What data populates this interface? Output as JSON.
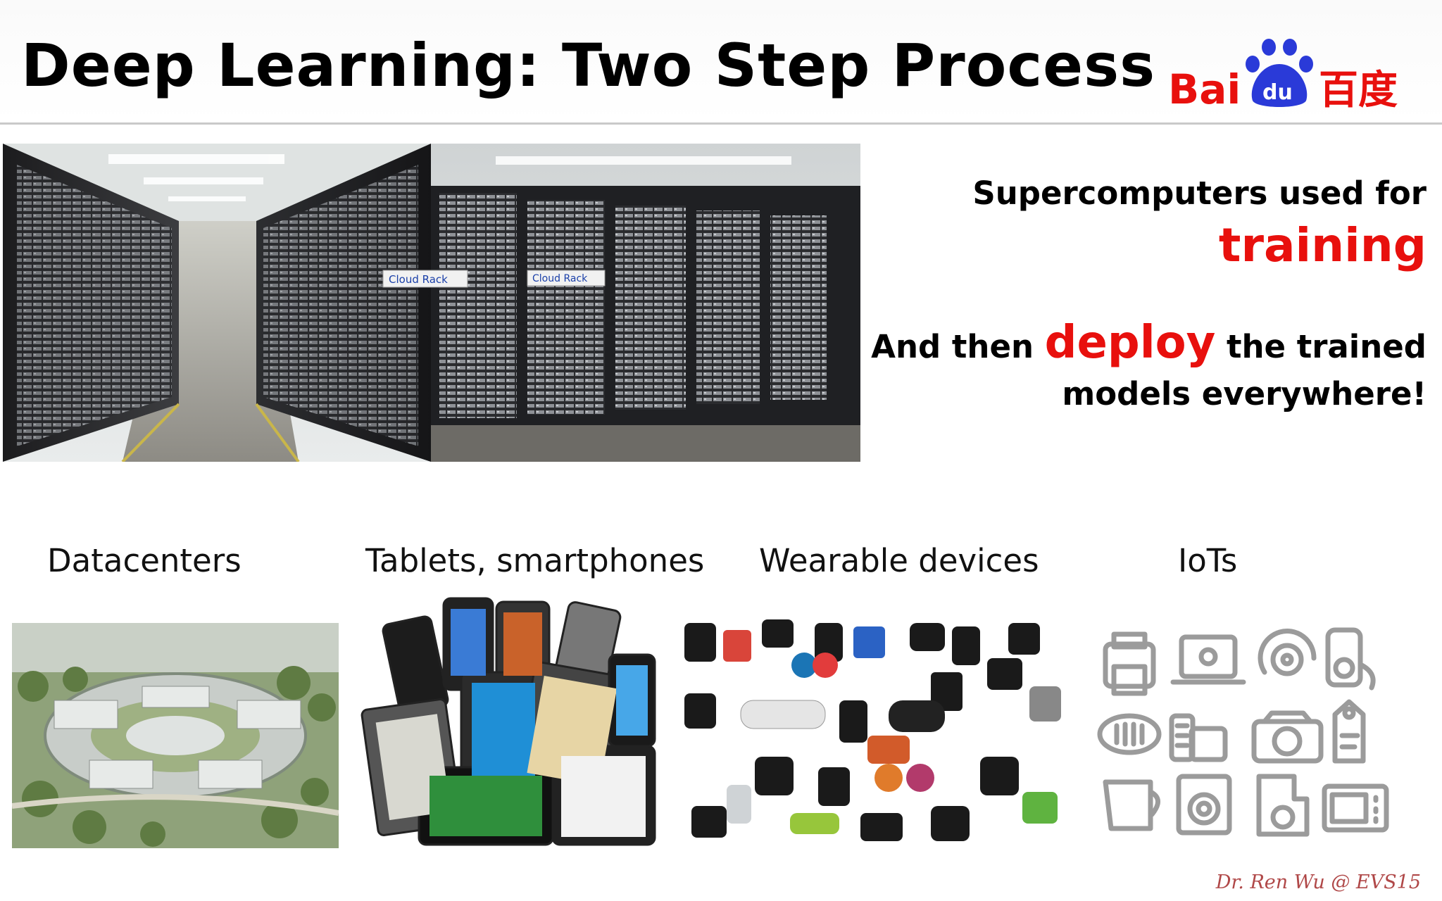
{
  "slide": {
    "title": "Deep Learning: Two Step Process",
    "logo": {
      "text_latin": "Bai",
      "text_paw": "du",
      "text_cn": "百度",
      "color_red": "#e8100d",
      "color_blue": "#2a3ad8"
    }
  },
  "callouts": {
    "line1": "Supercomputers used for",
    "line2": "training",
    "line3_prefix": "And then ",
    "line3_highlight": "deploy",
    "line3_suffix": " the trained",
    "line4": "models everywhere!",
    "accent_color": "#e8100d"
  },
  "hero_image": {
    "rack_label": "Cloud Rack",
    "icon": "server-aisle-photo"
  },
  "categories": [
    {
      "label": "Datacenters",
      "icon": "datacenter-campus-image"
    },
    {
      "label": "Tablets, smartphones",
      "icon": "mobile-devices-collage"
    },
    {
      "label": "Wearable devices",
      "icon": "wearables-collage"
    },
    {
      "label": "IoTs",
      "icon": "iot-appliance-icons"
    }
  ],
  "footer": {
    "credit": "Dr. Ren Wu @ EVS15"
  }
}
